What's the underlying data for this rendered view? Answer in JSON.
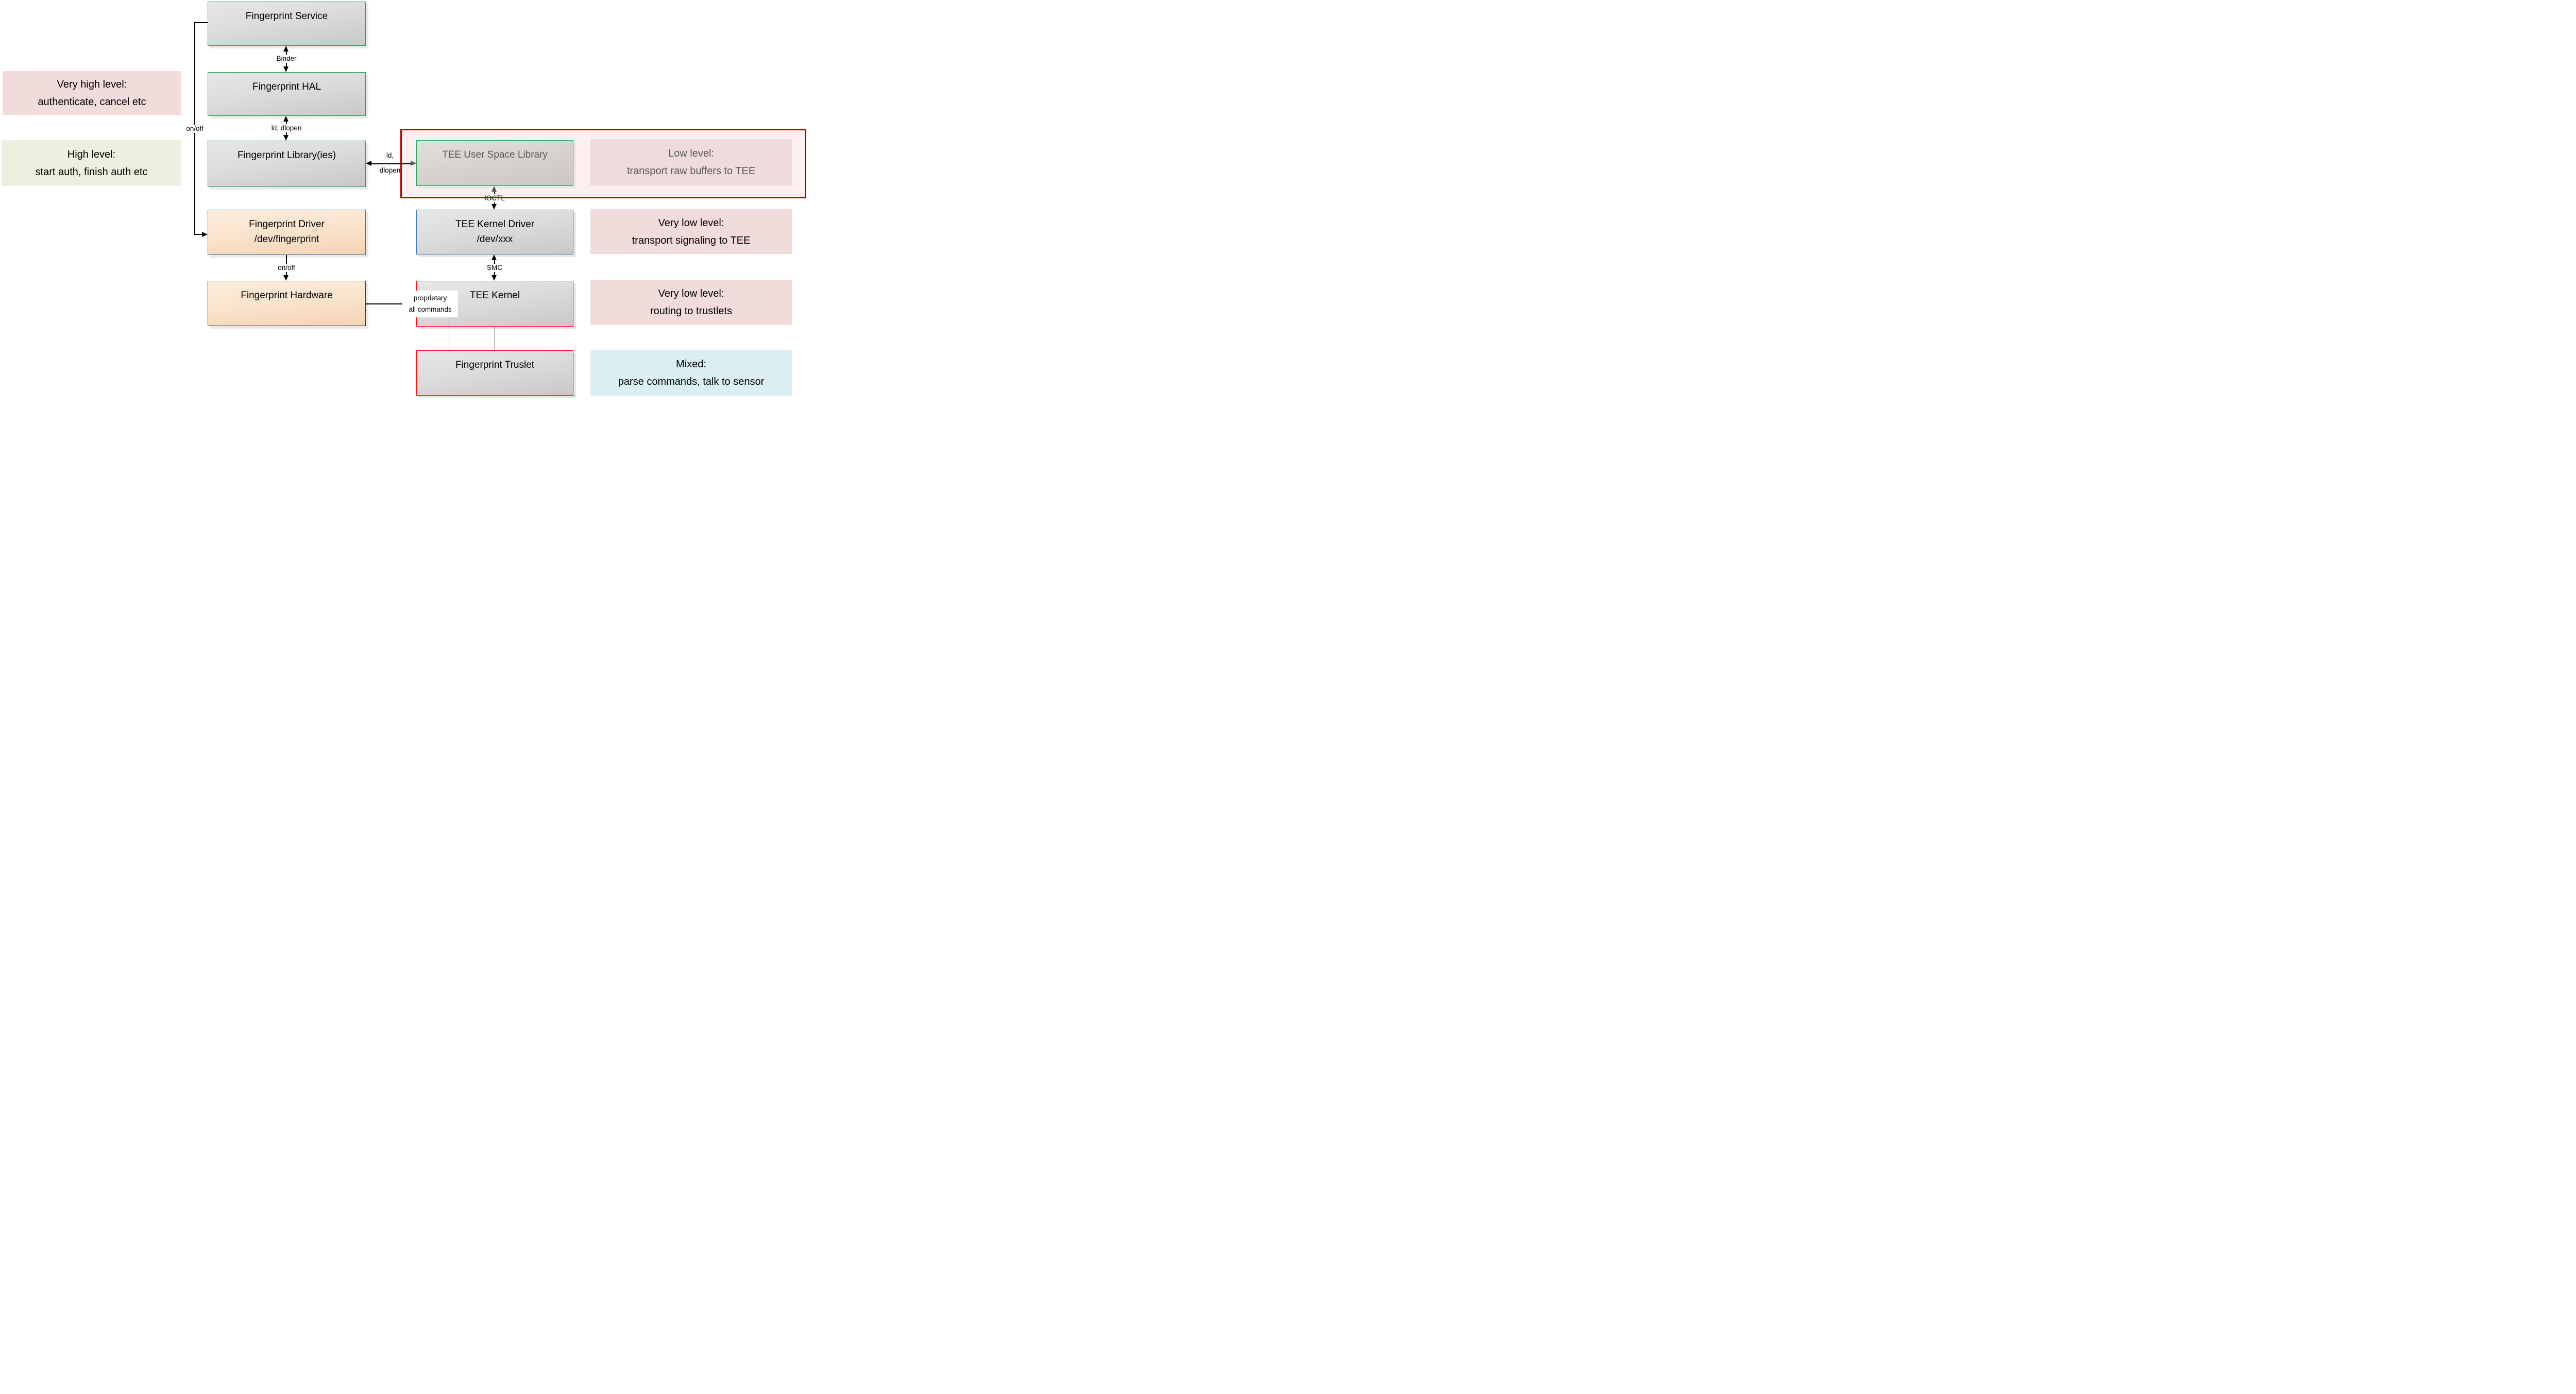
{
  "boxes": {
    "fingerprint_service": {
      "label": "Fingerprint Service"
    },
    "fingerprint_hal": {
      "label": "Fingerprint HAL"
    },
    "fingerprint_library": {
      "label": "Fingerprint Library(ies)"
    },
    "fingerprint_driver": {
      "line1": "Fingerprint Driver",
      "line2": "/dev/fingerprint"
    },
    "fingerprint_hardware": {
      "label": "Fingerprint Hardware"
    },
    "tee_user_space_library": {
      "label": "TEE User Space Library"
    },
    "tee_kernel_driver": {
      "line1": "TEE Kernel Driver",
      "line2": "/dev/xxx"
    },
    "tee_kernel": {
      "label": "TEE Kernel"
    },
    "fingerprint_truslet": {
      "label": "Fingerprint Truslet"
    }
  },
  "annotations": {
    "very_high_level": {
      "line1": "Very high level:",
      "line2": "authenticate, cancel etc"
    },
    "high_level": {
      "line1": "High level:",
      "line2": "start auth, finish auth etc"
    },
    "low_level": {
      "line1": "Low level:",
      "line2": "transport raw buffers to TEE"
    },
    "very_low_level_transport": {
      "line1": "Very low level:",
      "line2": "transport signaling to TEE"
    },
    "very_low_level_routing": {
      "line1": "Very low level:",
      "line2": "routing to trustlets"
    },
    "mixed": {
      "line1": "Mixed:",
      "line2": "parse commands, talk to sensor"
    }
  },
  "edge_labels": {
    "binder": "Binder",
    "ld_dlopen_vertical": "ld, dlopen",
    "ld_dlopen_horizontal_line1": "ld,",
    "ld_dlopen_horizontal_line2": "dlopen",
    "on_off_service_driver": "on/off",
    "on_off_driver_hardware": "on/off",
    "ioctl": "IOCTL",
    "smc": "SMC",
    "proprietary_line1": "proprietary",
    "proprietary_line2": "all commands"
  },
  "colors": {
    "green_box_border": "#1EA050",
    "blue_box_border": "#2E75B6",
    "navy_box_border": "#1F3864",
    "red_box_border": "#FF0000",
    "tee_container_border": "#C00000",
    "tee_container_fill": "#FBF0EF",
    "gray_box_gradient_top": "#E7E7E7",
    "gray_box_gradient_bottom": "#C8C8C8",
    "peach_box_gradient_top": "#FCEDDD",
    "peach_box_gradient_bottom": "#F5D3B5",
    "pink_annotation_fill": "#F2DCDB",
    "green_annotation_fill": "#EBF1DE",
    "blue_annotation_fill": "#DAEEF3",
    "muted_text": "#595959",
    "line_color": "#000000"
  }
}
